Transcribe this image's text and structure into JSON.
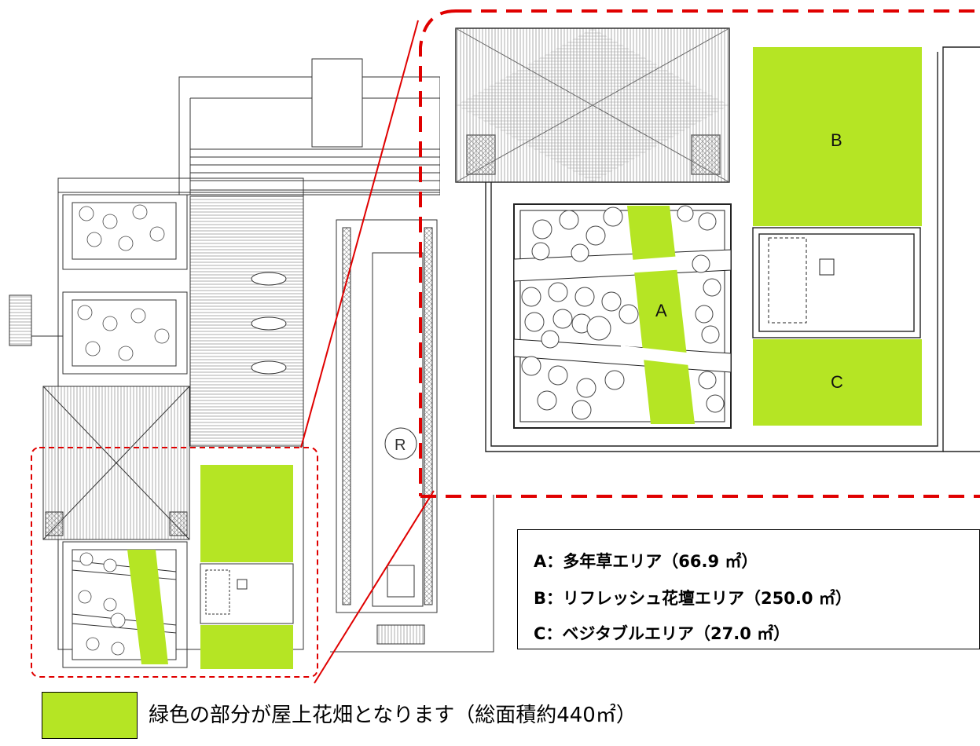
{
  "colors": {
    "green": "#B5E524",
    "red_dash": "#E00000",
    "line": "#333333"
  },
  "zoom": {
    "area_labels": {
      "a": "A",
      "b": "B",
      "c": "C"
    }
  },
  "legend": {
    "a": "A：多年草エリア（66.9 ㎡）",
    "b": "B：リフレッシュ花壇エリア（250.0 ㎡）",
    "c": "C：ベジタブルエリア（27.0 ㎡）"
  },
  "caption": "緑色の部分が屋上花畑となります（総面積約440㎡）"
}
